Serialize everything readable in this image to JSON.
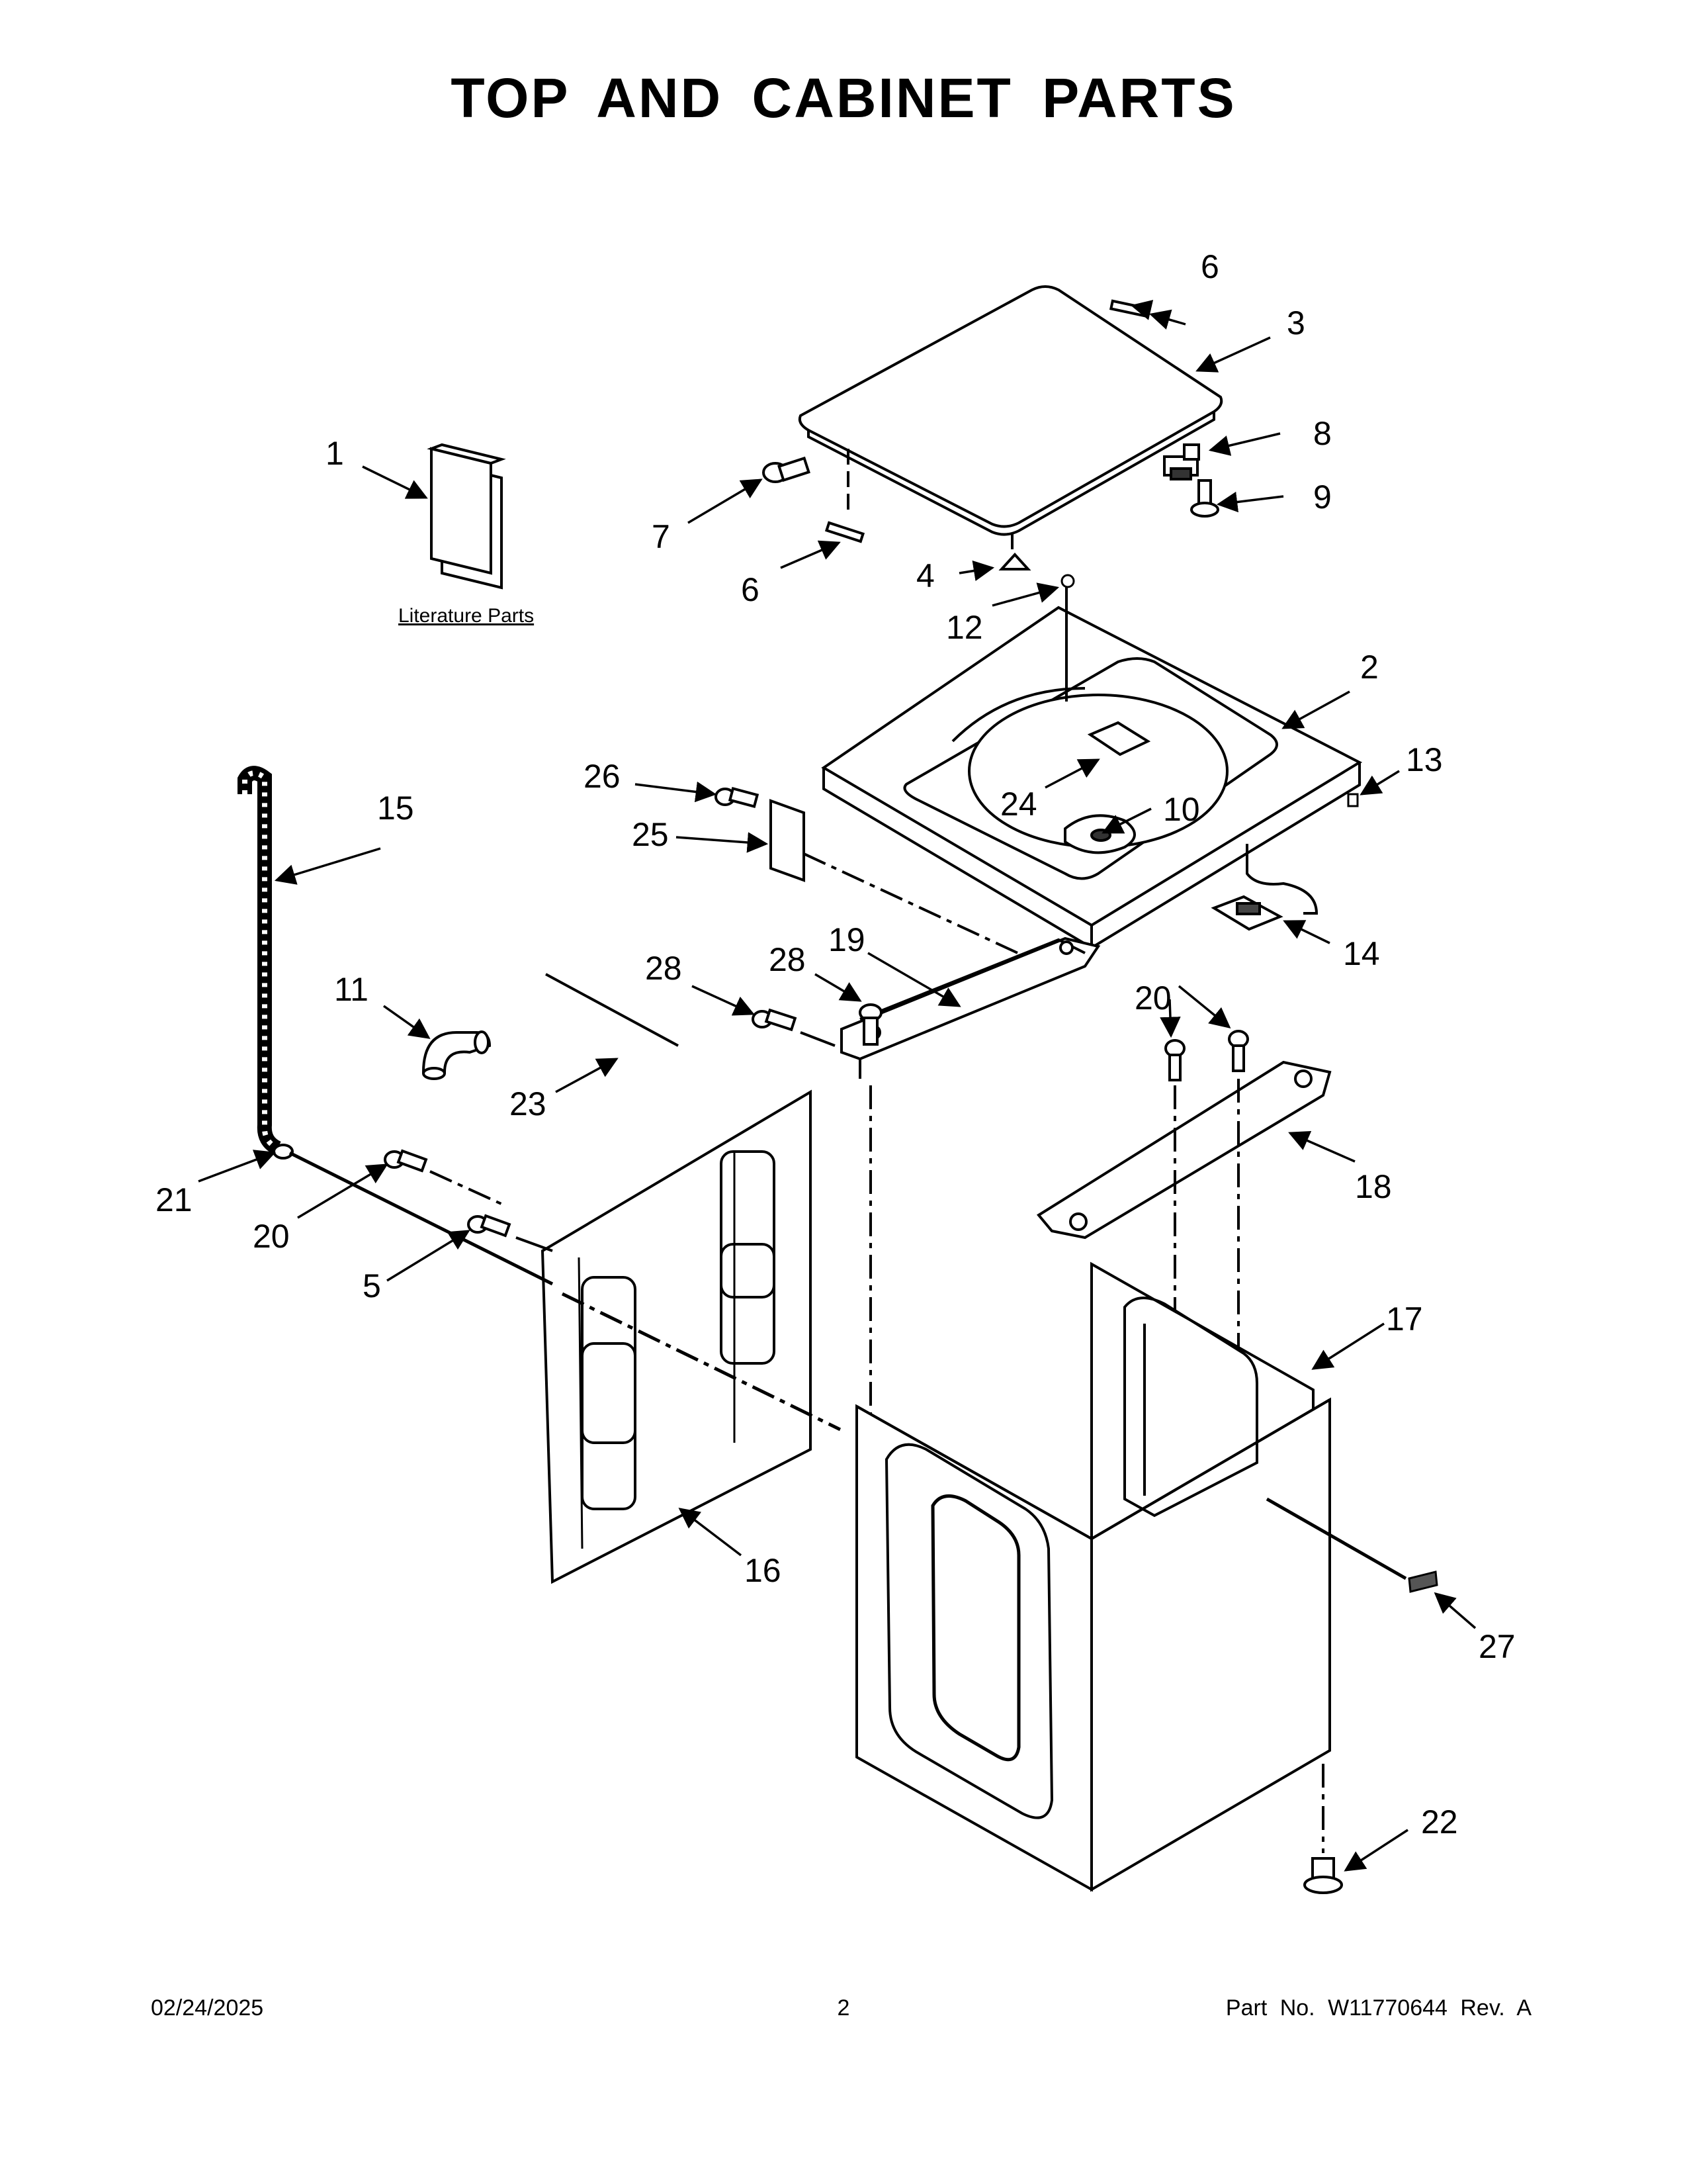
{
  "title": "TOP AND CABINET PARTS",
  "literature_label": "Literature Parts",
  "callouts": {
    "c1": "1",
    "c2": "2",
    "c3": "3",
    "c4": "4",
    "c5": "5",
    "c6a": "6",
    "c6b": "6",
    "c7": "7",
    "c8": "8",
    "c9": "9",
    "c10": "10",
    "c11": "11",
    "c12": "12",
    "c13": "13",
    "c14": "14",
    "c15": "15",
    "c16": "16",
    "c17": "17",
    "c18": "18",
    "c19": "19",
    "c20a": "20",
    "c20b": "20",
    "c21": "21",
    "c22": "22",
    "c23": "23",
    "c24": "24",
    "c25": "25",
    "c26": "26",
    "c27": "27",
    "c28a": "28",
    "c28b": "28"
  },
  "footer": {
    "date": "02/24/2025",
    "page": "2",
    "part": "Part No.  W11770644  Rev.  A"
  }
}
